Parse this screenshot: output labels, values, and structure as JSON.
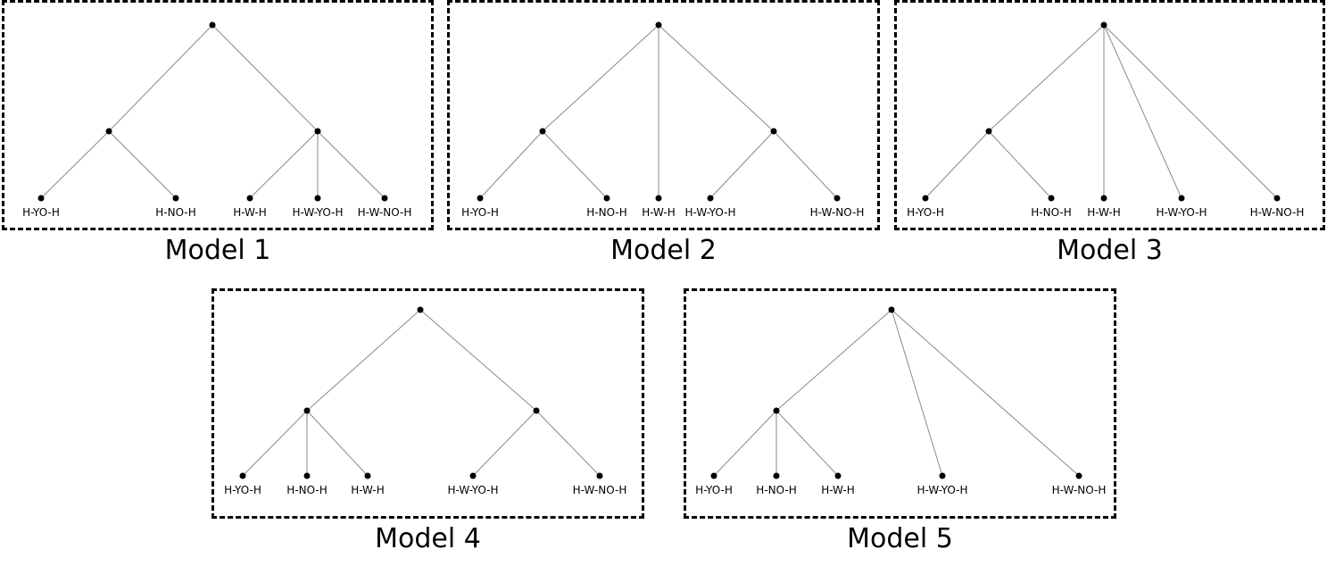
{
  "models": [
    {
      "caption": "Model 1",
      "root": {
        "children": [
          {
            "children": [
              {
                "label": "H-YO-H"
              },
              {
                "label": "H-NO-H"
              }
            ]
          },
          {
            "children": [
              {
                "label": "H-W-H"
              },
              {
                "label": "H-W-YO-H"
              },
              {
                "label": "H-W-NO-H"
              }
            ]
          }
        ]
      }
    },
    {
      "caption": "Model 2",
      "root": {
        "children": [
          {
            "children": [
              {
                "label": "H-YO-H"
              },
              {
                "label": "H-NO-H"
              }
            ]
          },
          {
            "label": "H-W-H"
          },
          {
            "children": [
              {
                "label": "H-W-YO-H"
              },
              {
                "label": "H-W-NO-H"
              }
            ]
          }
        ]
      }
    },
    {
      "caption": "Model 3",
      "root": {
        "children": [
          {
            "children": [
              {
                "label": "H-YO-H"
              },
              {
                "label": "H-NO-H"
              }
            ]
          },
          {
            "label": "H-W-H"
          },
          {
            "label": "H-W-YO-H"
          },
          {
            "label": "H-W-NO-H"
          }
        ]
      }
    },
    {
      "caption": "Model 4",
      "root": {
        "children": [
          {
            "children": [
              {
                "label": "H-YO-H"
              },
              {
                "label": "H-NO-H"
              },
              {
                "label": "H-W-H"
              }
            ]
          },
          {
            "children": [
              {
                "label": "H-W-YO-H"
              },
              {
                "label": "H-W-NO-H"
              }
            ]
          }
        ]
      }
    },
    {
      "caption": "Model 5",
      "root": {
        "children": [
          {
            "children": [
              {
                "label": "H-YO-H"
              },
              {
                "label": "H-NO-H"
              },
              {
                "label": "H-W-H"
              }
            ]
          },
          {
            "label": "H-W-YO-H"
          },
          {
            "label": "H-W-NO-H"
          }
        ]
      }
    }
  ]
}
